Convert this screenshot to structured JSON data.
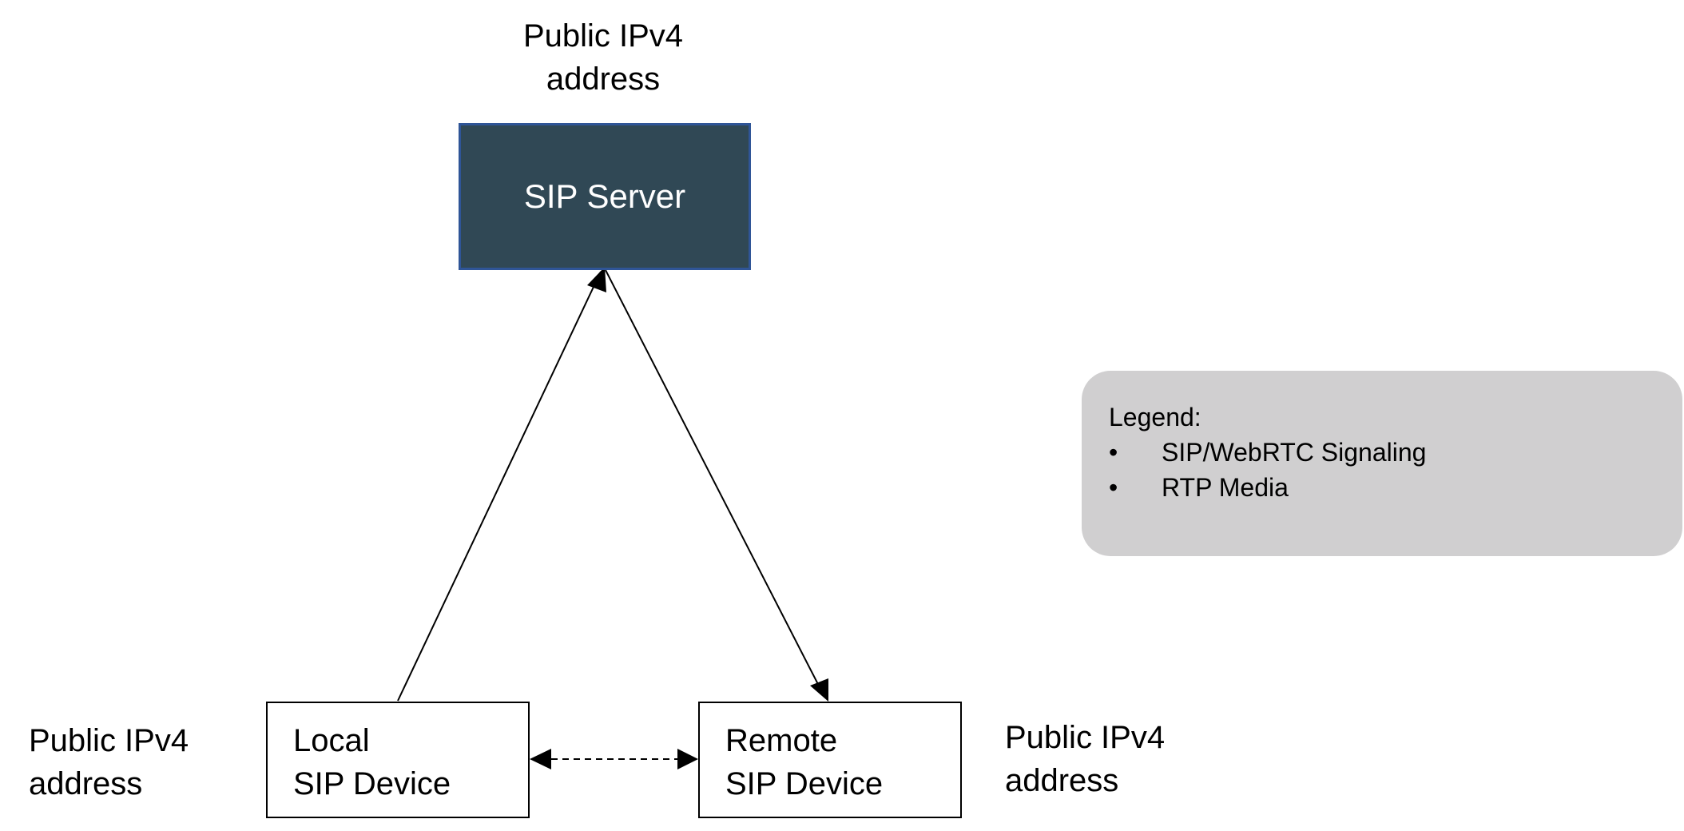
{
  "server": {
    "label": "SIP Server",
    "address_line1": "Public IPv4",
    "address_line2": "address"
  },
  "local_device": {
    "line1": "Local",
    "line2": "SIP Device",
    "address_line1": "Public IPv4",
    "address_line2": "address"
  },
  "remote_device": {
    "line1": "Remote",
    "line2": "SIP Device",
    "address_line1": "Public IPv4",
    "address_line2": "address"
  },
  "legend": {
    "title": "Legend:",
    "items": [
      {
        "bullet": "•",
        "label": "SIP/WebRTC Signaling",
        "style": "solid"
      },
      {
        "bullet": "•",
        "label": "RTP Media",
        "style": "dashed"
      }
    ]
  },
  "colors": {
    "server_fill": "#304855",
    "server_border": "#2f5597",
    "legend_fill": "#d0cfd0"
  }
}
